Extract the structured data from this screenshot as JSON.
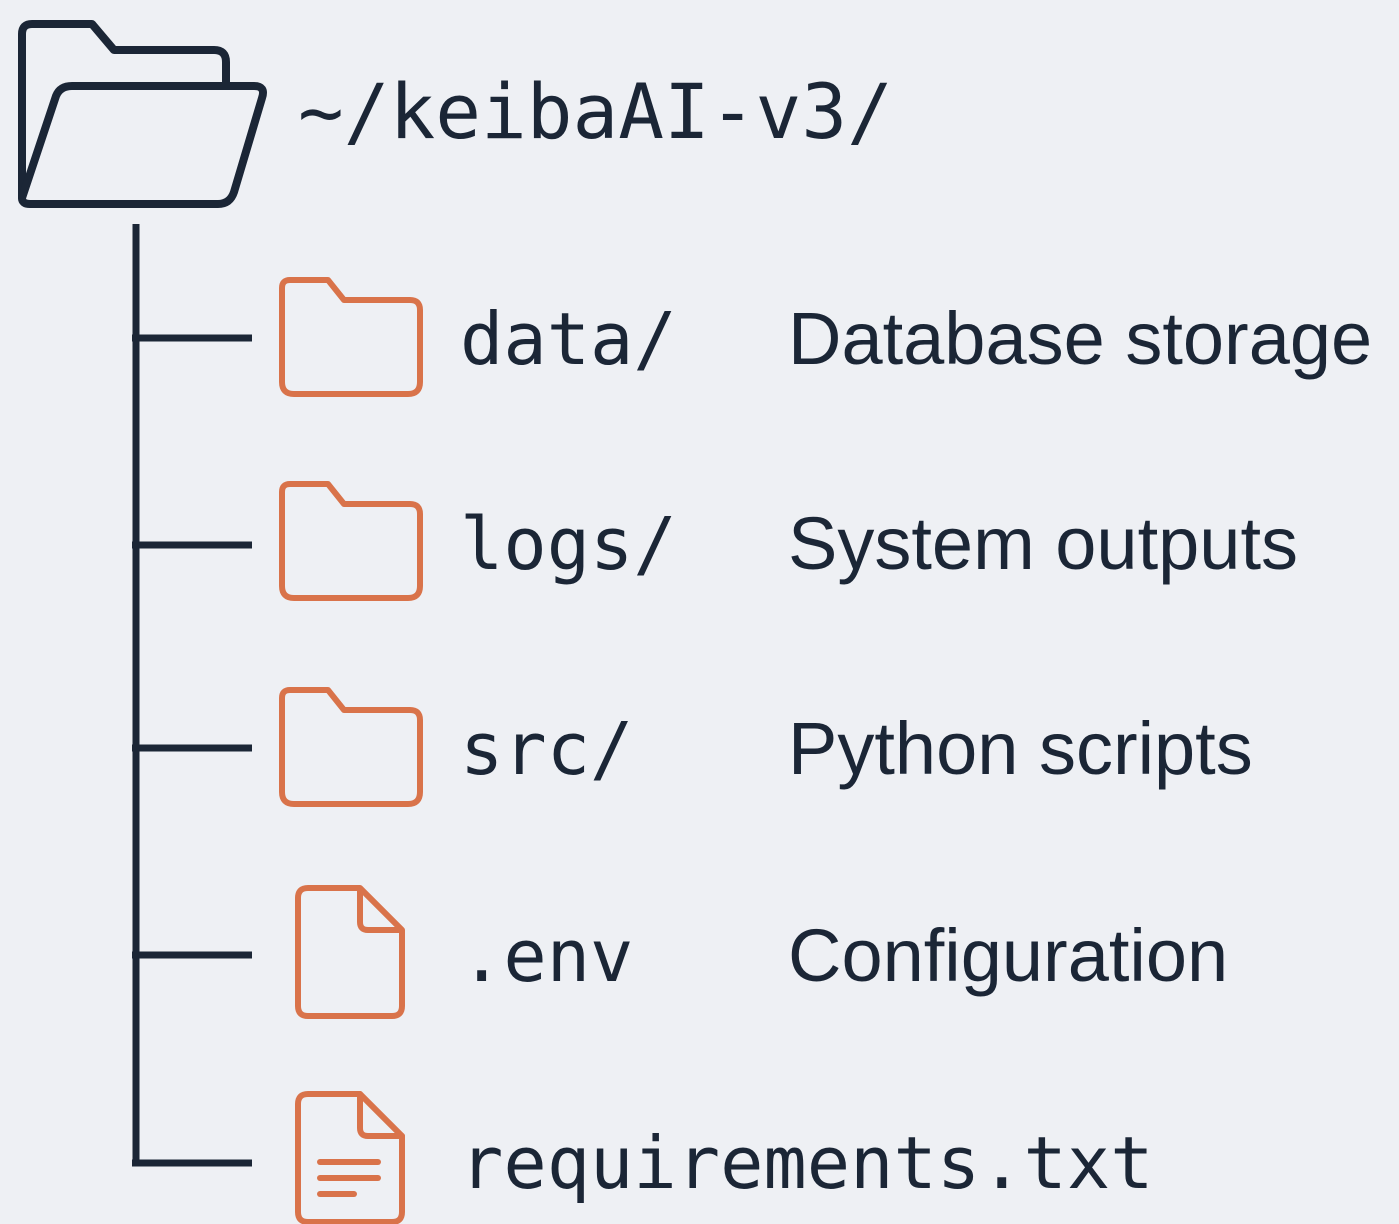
{
  "root": {
    "icon": "open-folder-icon",
    "label": "~/keibaAI-v3/"
  },
  "colors": {
    "background": "#eef0f4",
    "ink": "#1b2636",
    "accent": "#d9734a"
  },
  "items": [
    {
      "icon": "folder-icon",
      "name": "data/",
      "description": "Database storage"
    },
    {
      "icon": "folder-icon",
      "name": "logs/",
      "description": "System outputs"
    },
    {
      "icon": "folder-icon",
      "name": "src/",
      "description": "Python scripts"
    },
    {
      "icon": "file-icon",
      "name": ".env",
      "description": "Configuration"
    },
    {
      "icon": "text-file-icon",
      "name": "requirements.txt",
      "description": ""
    }
  ]
}
